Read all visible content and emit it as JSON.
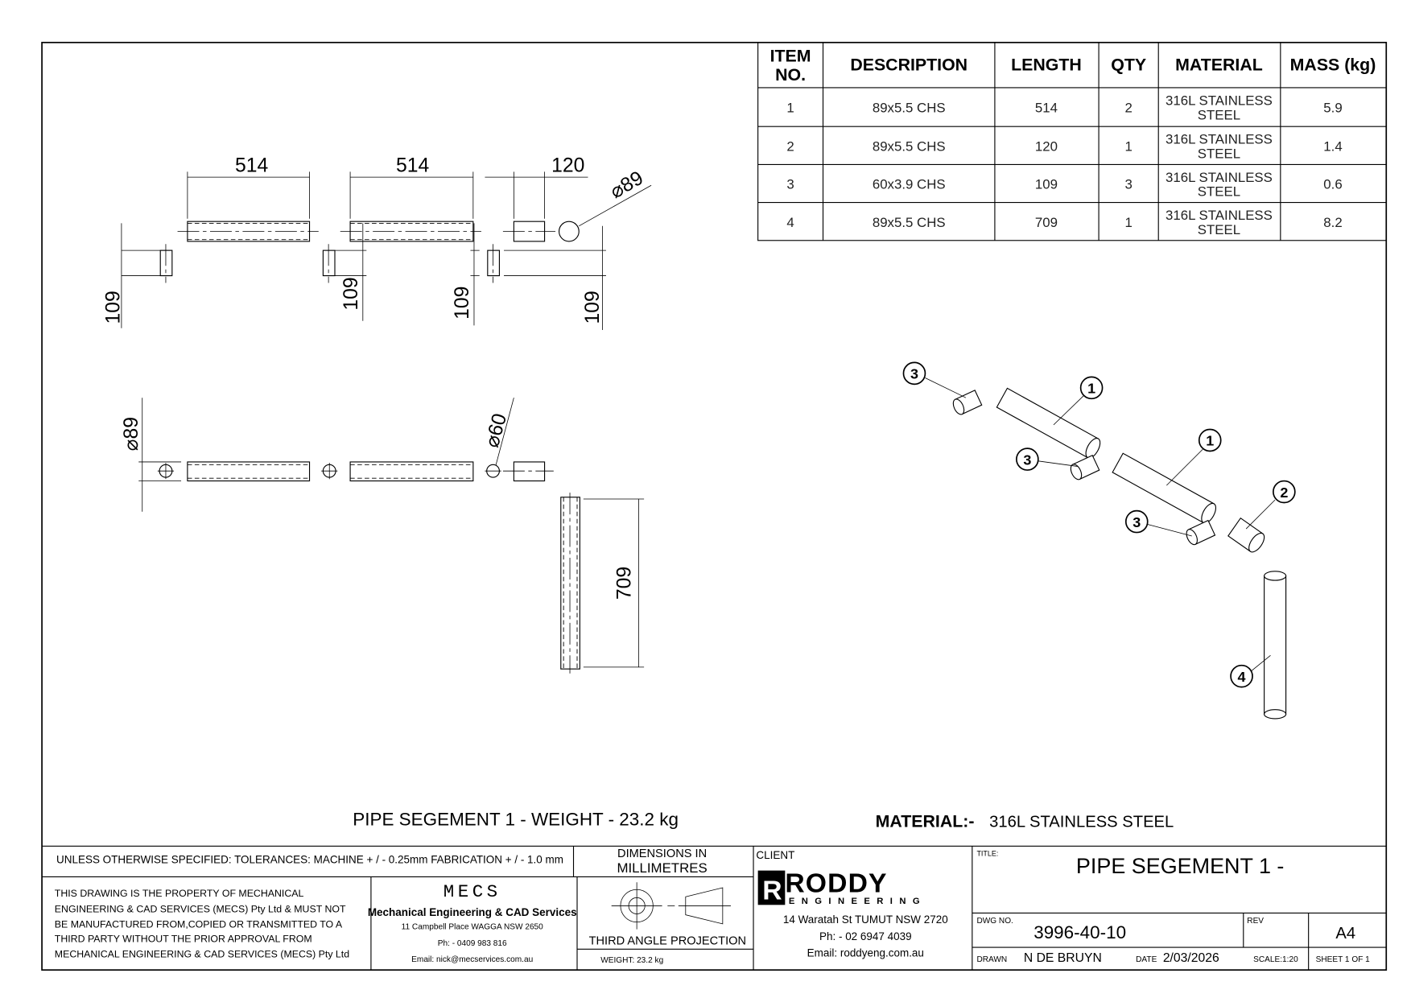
{
  "bom": {
    "headers": [
      "ITEM NO.",
      "DESCRIPTION",
      "LENGTH",
      "QTY",
      "MATERIAL",
      "MASS (kg)"
    ],
    "header_item_line1": "ITEM",
    "header_item_line2": "NO.",
    "rows": [
      {
        "item": "1",
        "description": "89x5.5 CHS",
        "length": "514",
        "qty": "2",
        "material_1": "316L STAINLESS",
        "material_2": "STEEL",
        "mass": "5.9"
      },
      {
        "item": "2",
        "description": "89x5.5 CHS",
        "length": "120",
        "qty": "1",
        "material_1": "316L STAINLESS",
        "material_2": "STEEL",
        "mass": "1.4"
      },
      {
        "item": "3",
        "description": "60x3.9 CHS",
        "length": "109",
        "qty": "3",
        "material_1": "316L STAINLESS",
        "material_2": "STEEL",
        "mass": "0.6"
      },
      {
        "item": "4",
        "description": "89x5.5 CHS",
        "length": "709",
        "qty": "1",
        "material_1": "316L STAINLESS",
        "material_2": "STEEL",
        "mass": "8.2"
      }
    ]
  },
  "dimensions": {
    "len_514": "514",
    "len_120": "120",
    "len_109": "109",
    "dia_89": "⌀89",
    "dia_60": "⌀60",
    "len_709": "709"
  },
  "balloons": [
    "3",
    "1",
    "3",
    "1",
    "2",
    "3",
    "4"
  ],
  "notes": {
    "weight_note": "PIPE SEGEMENT 1 - WEIGHT -  23.2 kg",
    "material_label": "MATERIAL:-",
    "material_value": "316L STAINLESS STEEL"
  },
  "title_block": {
    "tolerances": "UNLESS OTHERWISE SPECIFIED: TOLERANCES: MACHINE + / - 0.25mm  FABRICATION + / - 1.0 mm",
    "dimensions_line1": "DIMENSIONS IN",
    "dimensions_line2": "MILLIMETRES",
    "property_lines": [
      "THIS DRAWING IS THE PROPERTY OF MECHANICAL",
      "ENGINEERING & CAD SERVICES (MECS) Pty Ltd & MUST NOT",
      "BE MANUFACTURED FROM,COPIED OR TRANSMITTED TO A",
      "THIRD PARTY WITHOUT THE PRIOR APPROVAL FROM",
      "MECHANICAL ENGINEERING & CAD SERVICES (MECS) Pty Ltd"
    ],
    "mecs_logo": "MECS",
    "mecs_name": "Mechanical Engineering & CAD Services",
    "mecs_address": "11 Campbell Place WAGGA NSW 2650",
    "mecs_phone": "Ph: - 0409 983 816",
    "mecs_email": "Email: nick@mecservices.com.au",
    "projection": "THIRD ANGLE PROJECTION",
    "weight": "WEIGHT: 23.2 kg",
    "client_label": "CLIENT",
    "client_logo_main": "RODDY",
    "client_logo_sub": "ENGINEERING",
    "client_address": "14 Waratah St TUMUT NSW 2720",
    "client_phone": "Ph: - 02 6947 4039",
    "client_email": "Email: roddyeng.com.au",
    "title_label": "TITLE:",
    "title": "PIPE SEGEMENT 1 -",
    "dwg_no_label": "DWG NO.",
    "dwg_no": "3996-40-10",
    "rev_label": "REV",
    "size": "A4",
    "drawn_label": "DRAWN",
    "drawn_by": "N DE BRUYN",
    "date_label": "DATE",
    "date": "2/03/2026",
    "scale": "SCALE:1:20",
    "sheet": "SHEET 1 OF 1"
  }
}
